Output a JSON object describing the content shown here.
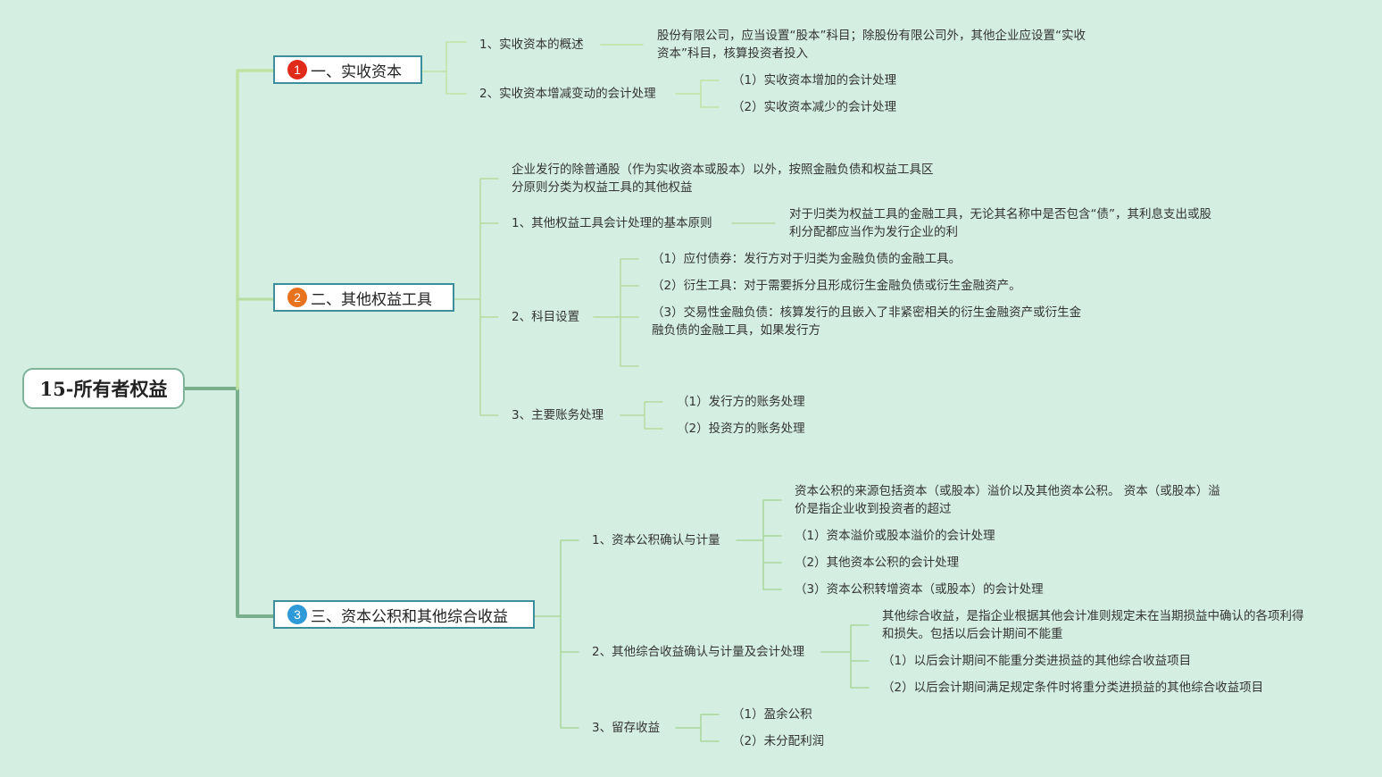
{
  "colors": {
    "background": "#d4efe2",
    "box_border": "#3d8f9e",
    "badge_1": "#e02b1a",
    "badge_2": "#e8731f",
    "badge_3": "#2f9ad8",
    "trunk_line": "#7aaf8e",
    "branch_line_1": "#c0e3a3",
    "branch_line_2": "#b6dca0",
    "leaf_line": "#a9d69a"
  },
  "root": {
    "label": "15-所有者权益"
  },
  "branches": [
    {
      "badge": "1",
      "label": "一、实收资本",
      "children": [
        {
          "label": "1、实收资本的概述",
          "detail": [
            "股份有限公司，应当设置“股本”科目；除股份有限公司外，其他企业应设置“实收",
            "资本”科目，核算投资者投入"
          ]
        },
        {
          "label": "2、实收资本增减变动的会计处理",
          "items": [
            "（1）实收资本增加的会计处理",
            "（2）实收资本减少的会计处理"
          ]
        }
      ]
    },
    {
      "badge": "2",
      "label": "二、其他权益工具",
      "intro": [
        "企业发行的除普通股（作为实收资本或股本）以外，按照金融负债和权益工具区",
        "分原则分类为权益工具的其他权益"
      ],
      "children": [
        {
          "label": "1、其他权益工具会计处理的基本原则",
          "detail": [
            "对于归类为权益工具的金融工具，无论其名称中是否包含“债”，其利息支出或股",
            "利分配都应当作为发行企业的利"
          ]
        },
        {
          "label": "2、科目设置",
          "items": [
            "（1）应付债券：发行方对于归类为金融负债的金融工具。",
            "（2）衍生工具：对于需要拆分且形成衍生金融负债或衍生金融资产。",
            "（3）交易性金融负债：核算发行的且嵌入了非紧密相关的衍生金融资产或衍生金",
            "融负债的金融工具，如果发行方"
          ]
        },
        {
          "label": "3、主要账务处理",
          "items": [
            "（1）发行方的账务处理",
            "（2）投资方的账务处理"
          ]
        }
      ]
    },
    {
      "badge": "3",
      "label": "三、资本公积和其他综合收益",
      "children": [
        {
          "label": "1、资本公积确认与计量",
          "items": [
            "资本公积的来源包括资本（或股本）溢价以及其他资本公积。 资本（或股本）溢",
            "价是指企业收到投资者的超过",
            "（1）资本溢价或股本溢价的会计处理",
            "（2）其他资本公积的会计处理",
            "（3）资本公积转增资本（或股本）的会计处理"
          ]
        },
        {
          "label": "2、其他综合收益确认与计量及会计处理",
          "items": [
            "其他综合收益，是指企业根据其他会计准则规定未在当期损益中确认的各项利得",
            "和损失。包括以后会计期间不能重",
            "（1）以后会计期间不能重分类进损益的其他综合收益项目",
            "（2）以后会计期间满足规定条件时将重分类进损益的其他综合收益项目"
          ]
        },
        {
          "label": "3、留存收益",
          "items": [
            "（1）盈余公积",
            "（2）未分配利润"
          ]
        }
      ]
    }
  ]
}
